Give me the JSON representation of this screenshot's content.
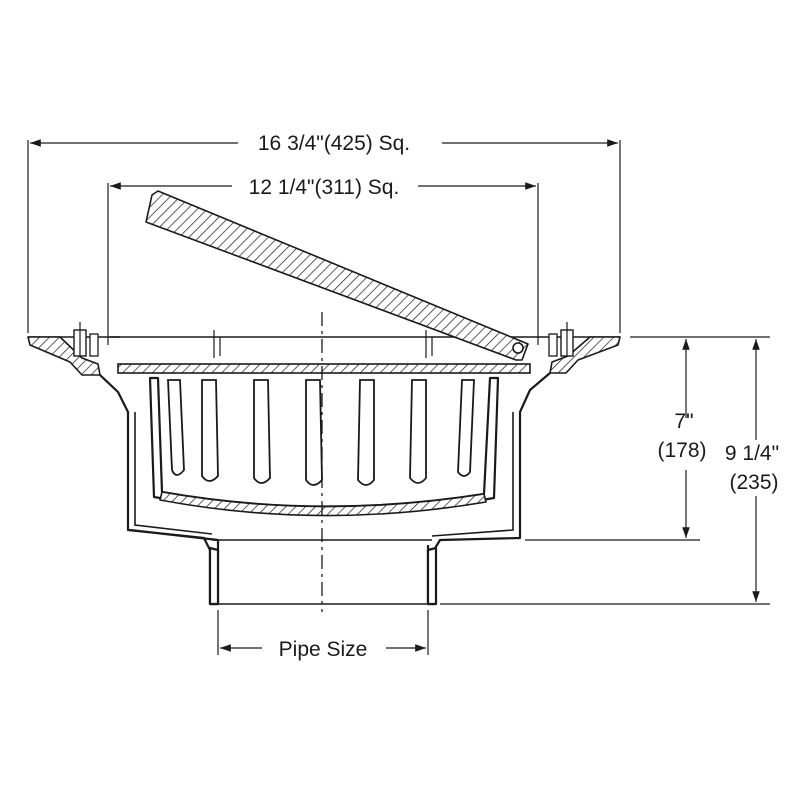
{
  "dimensions": {
    "overall_width": "16 3/4\"(425) Sq.",
    "inner_width": "12 1/4\"(311) Sq.",
    "body_height_in": "7\"",
    "body_height_mm": "(178)",
    "total_height_in": "9 1/4\"",
    "total_height_mm": "(235)",
    "pipe": "Pipe Size"
  }
}
